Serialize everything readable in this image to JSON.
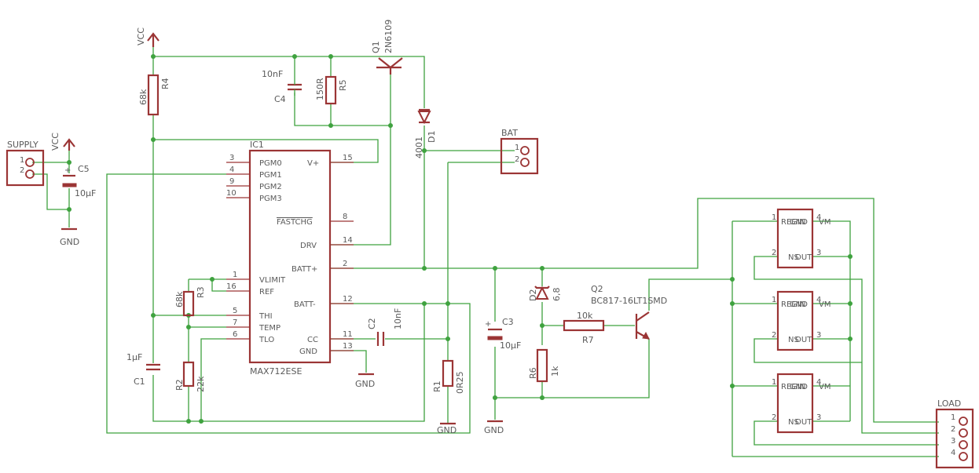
{
  "power": {
    "vcc_top": "VCC",
    "vcc_supply": "VCC",
    "gnd_supply": "GND",
    "gnd_ic": "GND",
    "gnd_r1": "GND",
    "gnd_c3": "GND"
  },
  "connectors": {
    "supply": {
      "name": "SUPPLY",
      "pins": [
        "1",
        "2"
      ]
    },
    "bat": {
      "name": "BAT",
      "pins": [
        "1",
        "2"
      ]
    },
    "load": {
      "name": "LOAD",
      "pins": [
        "1",
        "2",
        "3",
        "4"
      ]
    }
  },
  "ic": {
    "ref": "IC1",
    "part": "MAX712ESE",
    "left_pins": [
      {
        "name": "PGM0",
        "num": "3"
      },
      {
        "name": "PGM1",
        "num": "4"
      },
      {
        "name": "PGM2",
        "num": "9"
      },
      {
        "name": "PGM3",
        "num": "10"
      },
      {
        "name": "VLIMIT",
        "num": "1"
      },
      {
        "name": "REF",
        "num": "16"
      },
      {
        "name": "THI",
        "num": "5"
      },
      {
        "name": "TEMP",
        "num": "7"
      },
      {
        "name": "TLO",
        "num": "6"
      }
    ],
    "right_pins": [
      {
        "name": "V+",
        "num": "15"
      },
      {
        "name": "FASTCHG",
        "num": "8"
      },
      {
        "name": "DRV",
        "num": "14"
      },
      {
        "name": "BATT+",
        "num": "2"
      },
      {
        "name": "BATT-",
        "num": "12"
      },
      {
        "name": "CC",
        "num": "11"
      },
      {
        "name": "GND",
        "num": "13"
      }
    ]
  },
  "parts": {
    "q1": {
      "ref": "Q1",
      "value": "2N6109"
    },
    "d1": {
      "ref": "D1",
      "value": "4001"
    },
    "c4": {
      "ref": "C4",
      "value": "10nF"
    },
    "r5": {
      "ref": "R5",
      "value": "150R"
    },
    "r4": {
      "ref": "R4",
      "value": "68k"
    },
    "c5": {
      "ref": "C5",
      "value": "10µF"
    },
    "r3": {
      "ref": "R3",
      "value": "68k"
    },
    "r2": {
      "ref": "R2",
      "value": "22k"
    },
    "c1": {
      "ref": "C1",
      "value": "1µF"
    },
    "c2": {
      "ref": "C2",
      "value": "10nF"
    },
    "r1": {
      "ref": "R1",
      "value": "0R25"
    },
    "c3": {
      "ref": "C3",
      "value": "10µF"
    },
    "d2": {
      "ref": "D2",
      "value": "6,8"
    },
    "r7": {
      "ref": "R7",
      "value": "10k"
    },
    "r6": {
      "ref": "R6",
      "value": "1k"
    },
    "q2": {
      "ref": "Q2",
      "value": "BC817-16LT1SMD"
    },
    "reg_pin_labels": {
      "p1": "1",
      "p2": "2",
      "p3": "3",
      "p4": "4",
      "regin": "REGIN",
      "gnd": "GND",
      "vm": "VM",
      "ns": "NS",
      "out": "OUT"
    }
  },
  "colors": {
    "wire": "#3fa23f",
    "part": "#9b3535",
    "text": "#5a5a5a"
  }
}
